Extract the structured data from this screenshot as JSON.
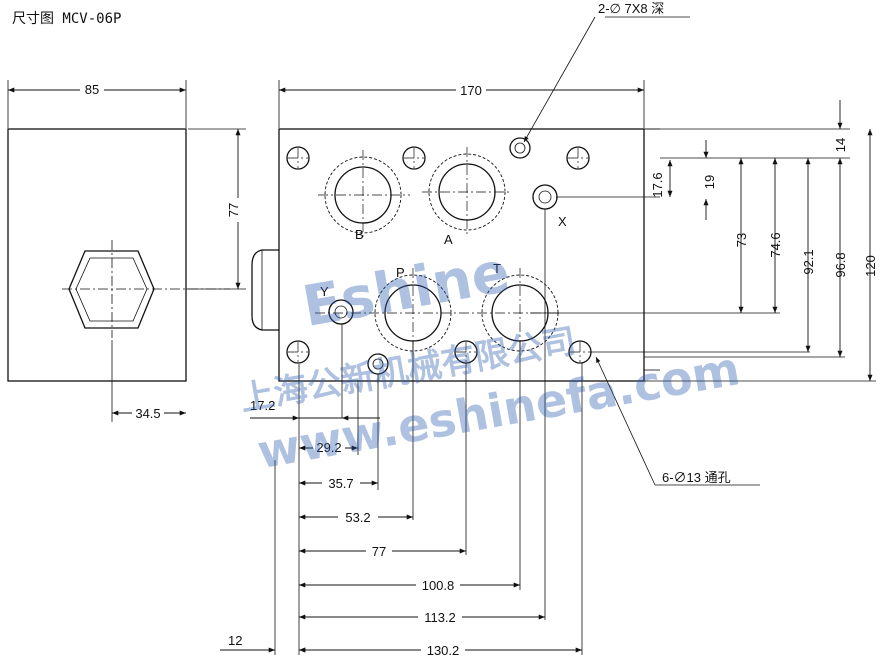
{
  "title": "尺寸图 MCV-06P",
  "side_view": {
    "width": "85",
    "height": "77",
    "offset": "34.5"
  },
  "front_view": {
    "width": "170",
    "port_labels": {
      "B": "B",
      "A": "A",
      "X": "X",
      "Y": "Y",
      "P": "P",
      "T": "T"
    },
    "callouts": {
      "drill_small": "2-∅ 7X8 深",
      "drill_through": "6-∅13 通孔"
    },
    "vertical_dims": [
      "14",
      "17.6",
      "19",
      "73",
      "74.6",
      "92.1",
      "96.8",
      "120"
    ],
    "horizontal_dims": [
      "17.2",
      "29.2",
      "35.7",
      "53.2",
      "77",
      "100.8",
      "113.2",
      "130.2",
      "12"
    ]
  },
  "watermark": {
    "brand": "Eshine",
    "company": "上海公新机械有限公司",
    "site": "www.eshinefa.com"
  }
}
